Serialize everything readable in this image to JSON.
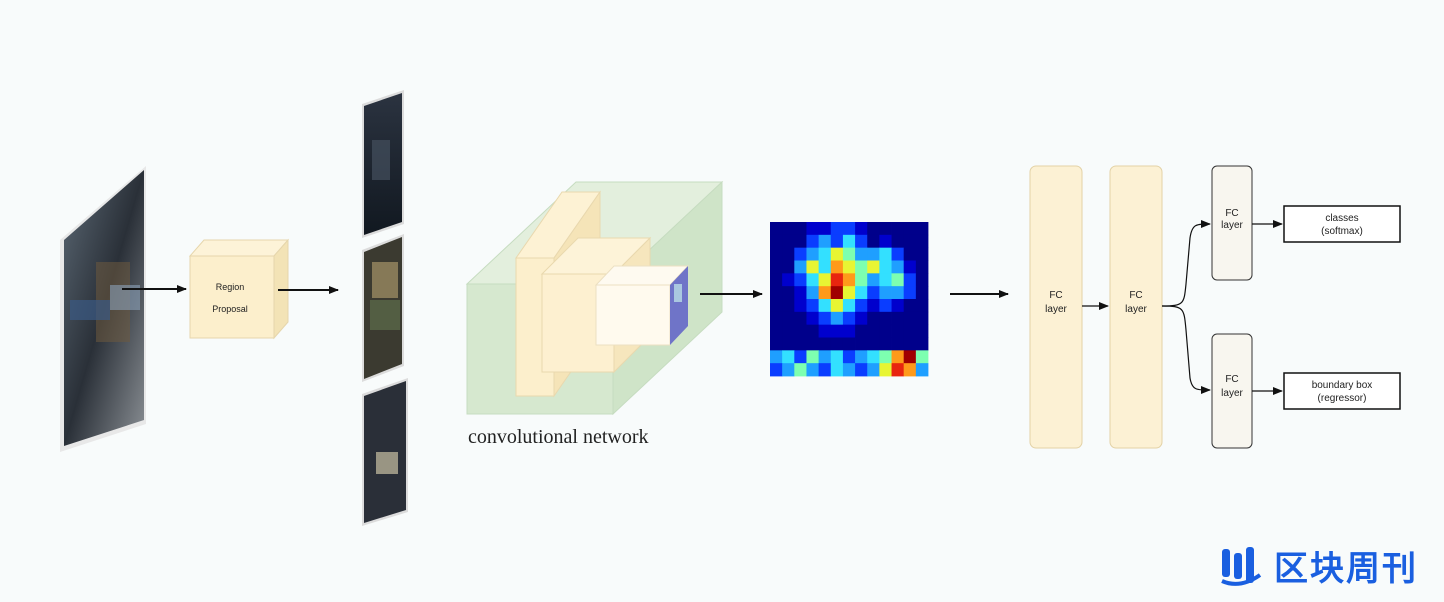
{
  "region_proposal": {
    "line1": "Region",
    "line2": "Proposal"
  },
  "conv_label": "convolutional network",
  "fc1": {
    "line1": "FC",
    "line2": "layer"
  },
  "fc2": {
    "line1": "FC",
    "line2": "layer"
  },
  "fc3": {
    "line1": "FC",
    "line2": "layer"
  },
  "fc4": {
    "line1": "FC",
    "line2": "layer"
  },
  "classes": {
    "line1": "classes",
    "line2": "(softmax)"
  },
  "bbox": {
    "line1": "boundary box",
    "line2": "(regressor)"
  },
  "watermark": "区块周刊",
  "colors": {
    "box_fill": "#fcf1d4",
    "box_stroke": "#e3d2a6",
    "conv_green": "#d6e8cf",
    "accent_blue": "#1a5fe0"
  },
  "heatmap": {
    "colors": [
      "#00008b",
      "#0000cd",
      "#0a3dff",
      "#1f9fff",
      "#33e0ff",
      "#7dffb0",
      "#e8f533",
      "#ff9a1a",
      "#e8250f",
      "#a00000"
    ],
    "grid": [
      [
        0,
        0,
        0,
        1,
        1,
        2,
        2,
        1,
        0,
        0,
        0,
        0,
        0
      ],
      [
        0,
        0,
        0,
        2,
        3,
        2,
        4,
        2,
        0,
        1,
        0,
        0,
        0
      ],
      [
        0,
        0,
        2,
        3,
        4,
        6,
        5,
        3,
        3,
        4,
        2,
        0,
        0
      ],
      [
        0,
        0,
        3,
        6,
        4,
        7,
        6,
        5,
        6,
        4,
        3,
        1,
        0
      ],
      [
        0,
        1,
        2,
        4,
        6,
        8,
        7,
        5,
        3,
        4,
        5,
        2,
        0
      ],
      [
        0,
        0,
        1,
        3,
        7,
        9,
        6,
        4,
        2,
        3,
        3,
        2,
        0
      ],
      [
        0,
        0,
        1,
        2,
        4,
        6,
        4,
        2,
        1,
        2,
        1,
        0,
        0
      ],
      [
        0,
        0,
        0,
        1,
        2,
        3,
        2,
        1,
        0,
        0,
        0,
        0,
        0
      ],
      [
        0,
        0,
        0,
        0,
        1,
        1,
        1,
        0,
        0,
        0,
        0,
        0,
        0
      ],
      [
        0,
        0,
        0,
        0,
        0,
        0,
        0,
        0,
        0,
        0,
        0,
        0,
        0
      ],
      [
        3,
        4,
        2,
        5,
        3,
        4,
        2,
        3,
        4,
        5,
        7,
        9,
        5
      ],
      [
        2,
        3,
        5,
        3,
        2,
        4,
        3,
        2,
        3,
        6,
        8,
        7,
        3
      ]
    ]
  }
}
